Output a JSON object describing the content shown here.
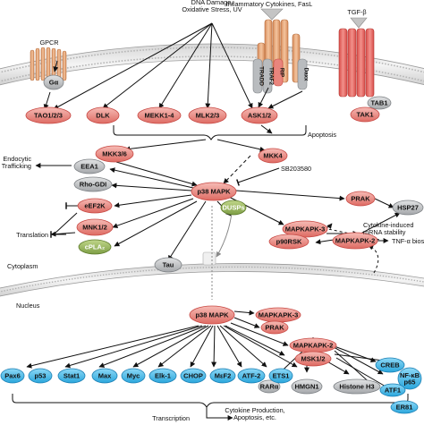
{
  "colors": {
    "salmon": "#e9857d",
    "salmon_stroke": "#c84a45",
    "grey": "#b9bcbf",
    "grey_stroke": "#7d8185",
    "cyan": "#3fb9e6",
    "cyan_stroke": "#1b7fb3",
    "green": "#93b25a",
    "green_stroke": "#5d7b2b",
    "membrane": "#c9c9c9",
    "receptor_orange": "#e6a371",
    "receptor_red": "#e3615d"
  },
  "labels": {
    "gpcr": "GPCR",
    "stress": "DNA Damage,\nOxidative Stress, UV",
    "cytokines": "Inflammatory Cytokines, FasL",
    "tgfb": "TGF-β",
    "apoptosis": "Apoptosis",
    "sb203580": "SB203580",
    "endocytic": "Endocytic\nTrafficking",
    "translation": "Translation",
    "cytokine_stability": "Cytokine-induced\nmRNA stability",
    "tnf_biosynthesis": "TNF-α biosynthesis",
    "cytoplasm": "Cytoplasm",
    "nucleus": "Nucleus",
    "transcription": "Transcription",
    "cytokine_production": "Cytokine Production,\nApoptosis, etc."
  },
  "receptor_labels": {
    "tradd": "TRADD",
    "traf2": "TRAF2",
    "rip": "RIP",
    "daxx": "Daxx"
  },
  "proteins": {
    "galpha": "Gα",
    "tao": "TAO1/2/3",
    "dlk": "DLK",
    "mekk14": "MEKK1-4",
    "mlk23": "MLK2/3",
    "ask12": "ASK1/2",
    "tab1": "TAB1",
    "tak1": "TAK1",
    "mkk36": "MKK3/6",
    "mkk4": "MKK4",
    "eea1": "EEA1",
    "rhogdi": "Rho-GDI",
    "p38_top": "p38 MAPK",
    "ef2k": "eEF2K",
    "mnk12": "MNK1/2",
    "cpla2": "cPLA₂",
    "tau": "Tau",
    "dusps": "DUSPs",
    "prak_top": "PRAK",
    "hsp27": "HSP27",
    "mapkapk3_top": "MAPKAPK-3",
    "p90rsk": "p90RSK",
    "mapkapk2_top": "MAPKAPK-2",
    "p38_bottom": "p38 MAPK",
    "mapkapk3_bottom": "MAPKAPK-3",
    "prak_bottom": "PRAK",
    "mapkapk2_bottom": "MAPKAPK-2",
    "msk12": "MSK1/2",
    "creb": "CREB",
    "nfkb": "NF-κB\np65",
    "atf1": "ATF1",
    "er81": "ER81",
    "rar": "RARα",
    "hmgn1": "HMGN1",
    "histone": "Histone H3"
  },
  "transcription_factors": [
    "Pax6",
    "p53",
    "Stat1",
    "Max",
    "Myc",
    "Elk-1",
    "CHOP",
    "MεF2",
    "ATF-2",
    "ETS1"
  ]
}
